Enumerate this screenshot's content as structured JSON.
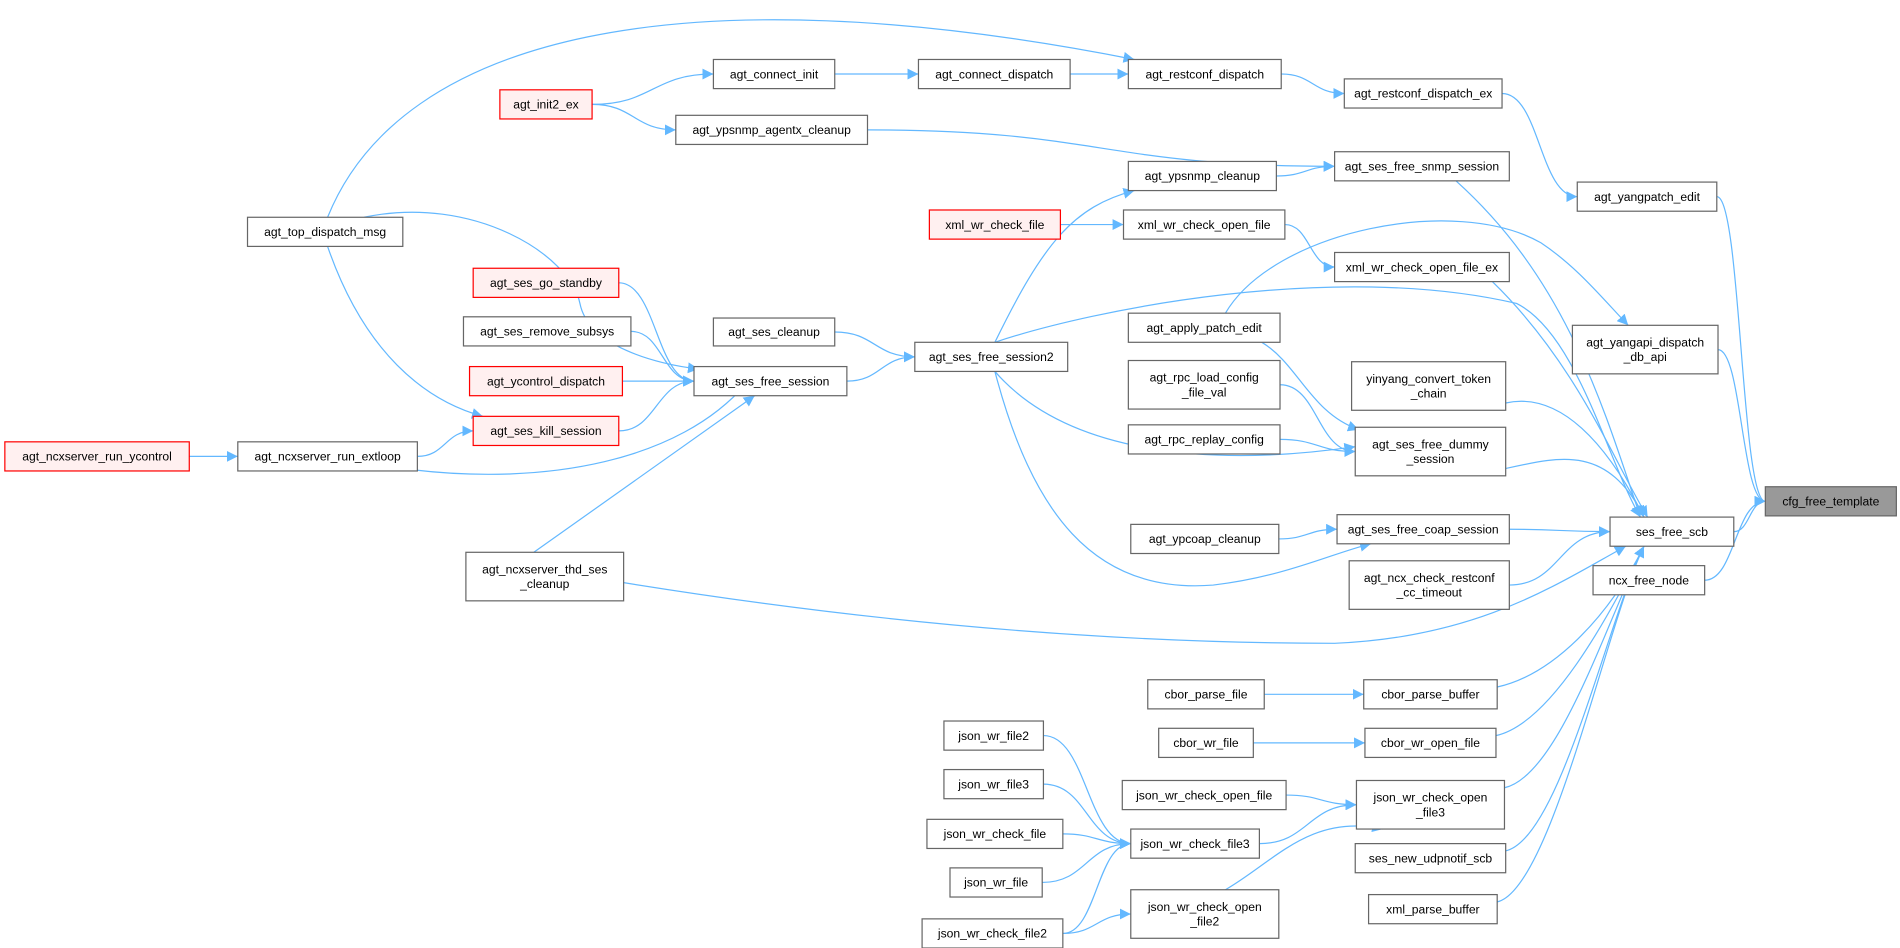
{
  "graph": {
    "colors": {
      "edge": "#63b8ff",
      "border": "#666666",
      "red_border": "#ff0000",
      "red_fill": "#fff0f0",
      "highlight_fill": "#999999"
    },
    "nodes": [
      {
        "label": [
          "cfg_free_template"
        ],
        "style": "highlight"
      },
      {
        "label": [
          "ses_free_scb"
        ],
        "style": "normal"
      },
      {
        "label": [
          "ncx_free_node"
        ],
        "style": "normal"
      },
      {
        "label": [
          "agt_yangpatch_edit"
        ],
        "style": "normal"
      },
      {
        "label": [
          "agt_yangapi_dispatch",
          "_db_api"
        ],
        "style": "normal"
      },
      {
        "label": [
          "agt_restconf_dispatch_ex"
        ],
        "style": "normal"
      },
      {
        "label": [
          "agt_restconf_dispatch"
        ],
        "style": "normal"
      },
      {
        "label": [
          "agt_connect_dispatch"
        ],
        "style": "normal"
      },
      {
        "label": [
          "agt_connect_init"
        ],
        "style": "normal"
      },
      {
        "label": [
          "agt_init2_ex"
        ],
        "style": "red"
      },
      {
        "label": [
          "agt_ypsnmp_agentx_cleanup"
        ],
        "style": "normal"
      },
      {
        "label": [
          "agt_ses_free_snmp_session"
        ],
        "style": "normal"
      },
      {
        "label": [
          "agt_ypsnmp_cleanup"
        ],
        "style": "normal"
      },
      {
        "label": [
          "xml_wr_check_file"
        ],
        "style": "red"
      },
      {
        "label": [
          "xml_wr_check_open_file"
        ],
        "style": "normal"
      },
      {
        "label": [
          "xml_wr_check_open_file_ex"
        ],
        "style": "normal"
      },
      {
        "label": [
          "agt_top_dispatch_msg"
        ],
        "style": "normal"
      },
      {
        "label": [
          "agt_ses_go_standby"
        ],
        "style": "red"
      },
      {
        "label": [
          "agt_ses_remove_subsys"
        ],
        "style": "normal"
      },
      {
        "label": [
          "agt_ycontrol_dispatch"
        ],
        "style": "red"
      },
      {
        "label": [
          "agt_ses_kill_session"
        ],
        "style": "red"
      },
      {
        "label": [
          "agt_ncxserver_run_ycontrol"
        ],
        "style": "red"
      },
      {
        "label": [
          "agt_ncxserver_run_extloop"
        ],
        "style": "normal"
      },
      {
        "label": [
          "agt_ses_cleanup"
        ],
        "style": "normal"
      },
      {
        "label": [
          "agt_ses_free_session"
        ],
        "style": "normal"
      },
      {
        "label": [
          "agt_ses_free_session2"
        ],
        "style": "normal"
      },
      {
        "label": [
          "agt_apply_patch_edit"
        ],
        "style": "normal"
      },
      {
        "label": [
          "agt_rpc_load_config",
          "_file_val"
        ],
        "style": "normal"
      },
      {
        "label": [
          "agt_rpc_replay_config"
        ],
        "style": "normal"
      },
      {
        "label": [
          "yinyang_convert_token",
          "_chain"
        ],
        "style": "normal"
      },
      {
        "label": [
          "agt_ses_free_dummy",
          "_session"
        ],
        "style": "normal"
      },
      {
        "label": [
          "agt_ypcoap_cleanup"
        ],
        "style": "normal"
      },
      {
        "label": [
          "agt_ses_free_coap_session"
        ],
        "style": "normal"
      },
      {
        "label": [
          "agt_ncx_check_restconf",
          "_cc_timeout"
        ],
        "style": "normal"
      },
      {
        "label": [
          "agt_ncxserver_thd_ses",
          "_cleanup"
        ],
        "style": "normal"
      },
      {
        "label": [
          "cbor_parse_file"
        ],
        "style": "normal"
      },
      {
        "label": [
          "cbor_parse_buffer"
        ],
        "style": "normal"
      },
      {
        "label": [
          "cbor_wr_file"
        ],
        "style": "normal"
      },
      {
        "label": [
          "cbor_wr_open_file"
        ],
        "style": "normal"
      },
      {
        "label": [
          "json_wr_file2"
        ],
        "style": "normal"
      },
      {
        "label": [
          "json_wr_file3"
        ],
        "style": "normal"
      },
      {
        "label": [
          "json_wr_check_open_file"
        ],
        "style": "normal"
      },
      {
        "label": [
          "json_wr_check_open",
          "_file3"
        ],
        "style": "normal"
      },
      {
        "label": [
          "json_wr_check_file"
        ],
        "style": "normal"
      },
      {
        "label": [
          "json_wr_check_file3"
        ],
        "style": "normal"
      },
      {
        "label": [
          "json_wr_file"
        ],
        "style": "normal"
      },
      {
        "label": [
          "ses_new_udpnotif_scb"
        ],
        "style": "normal"
      },
      {
        "label": [
          "json_wr_check_open",
          "_file2"
        ],
        "style": "normal"
      },
      {
        "label": [
          "xml_parse_buffer"
        ],
        "style": "normal"
      },
      {
        "label": [
          "json_wr_check_file2"
        ],
        "style": "normal"
      }
    ],
    "edges": [
      [
        1,
        0
      ],
      [
        2,
        0
      ],
      [
        3,
        0
      ],
      [
        4,
        0
      ],
      [
        5,
        3
      ],
      [
        6,
        5
      ],
      [
        7,
        6
      ],
      [
        8,
        7
      ],
      [
        9,
        8
      ],
      [
        9,
        10
      ],
      [
        10,
        11
      ],
      [
        12,
        11
      ],
      [
        11,
        1
      ],
      [
        16,
        6
      ],
      [
        16,
        24
      ],
      [
        16,
        20
      ],
      [
        17,
        24
      ],
      [
        18,
        24
      ],
      [
        19,
        24
      ],
      [
        20,
        24
      ],
      [
        22,
        20
      ],
      [
        22,
        24
      ],
      [
        21,
        22
      ],
      [
        34,
        24
      ],
      [
        23,
        25
      ],
      [
        24,
        25
      ],
      [
        25,
        12
      ],
      [
        25,
        1
      ],
      [
        25,
        30
      ],
      [
        25,
        32
      ],
      [
        26,
        4
      ],
      [
        13,
        14
      ],
      [
        14,
        15
      ],
      [
        15,
        1
      ],
      [
        26,
        30
      ],
      [
        27,
        30
      ],
      [
        28,
        30
      ],
      [
        30,
        1
      ],
      [
        29,
        1
      ],
      [
        31,
        32
      ],
      [
        32,
        1
      ],
      [
        33,
        1
      ],
      [
        34,
        1
      ],
      [
        35,
        36
      ],
      [
        36,
        1
      ],
      [
        37,
        38
      ],
      [
        38,
        1
      ],
      [
        41,
        42
      ],
      [
        42,
        1
      ],
      [
        39,
        44
      ],
      [
        40,
        44
      ],
      [
        43,
        44
      ],
      [
        45,
        44
      ],
      [
        49,
        44
      ],
      [
        44,
        42
      ],
      [
        49,
        47
      ],
      [
        47,
        42
      ],
      [
        46,
        1
      ],
      [
        48,
        1
      ]
    ]
  }
}
